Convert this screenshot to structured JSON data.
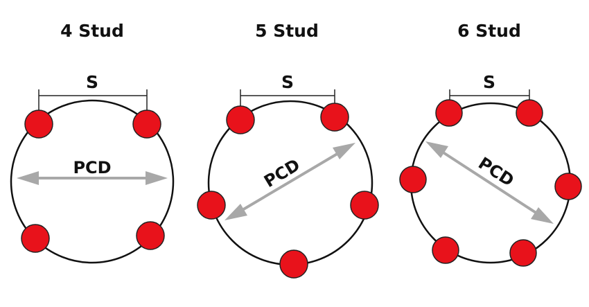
{
  "colors": {
    "stud_fill": "#e8121b",
    "stud_stroke": "#222222",
    "circle_stroke": "#111111",
    "arrow": "#a8a8a8",
    "bracket": "#222222"
  },
  "diagrams": [
    {
      "title": "4 Stud",
      "stud_count": 4,
      "spacing_label": "S",
      "diameter_label": "PCD"
    },
    {
      "title": "5 Stud",
      "stud_count": 5,
      "spacing_label": "S",
      "diameter_label": "PCD"
    },
    {
      "title": "6 Stud",
      "stud_count": 6,
      "spacing_label": "S",
      "diameter_label": "PCD"
    }
  ]
}
